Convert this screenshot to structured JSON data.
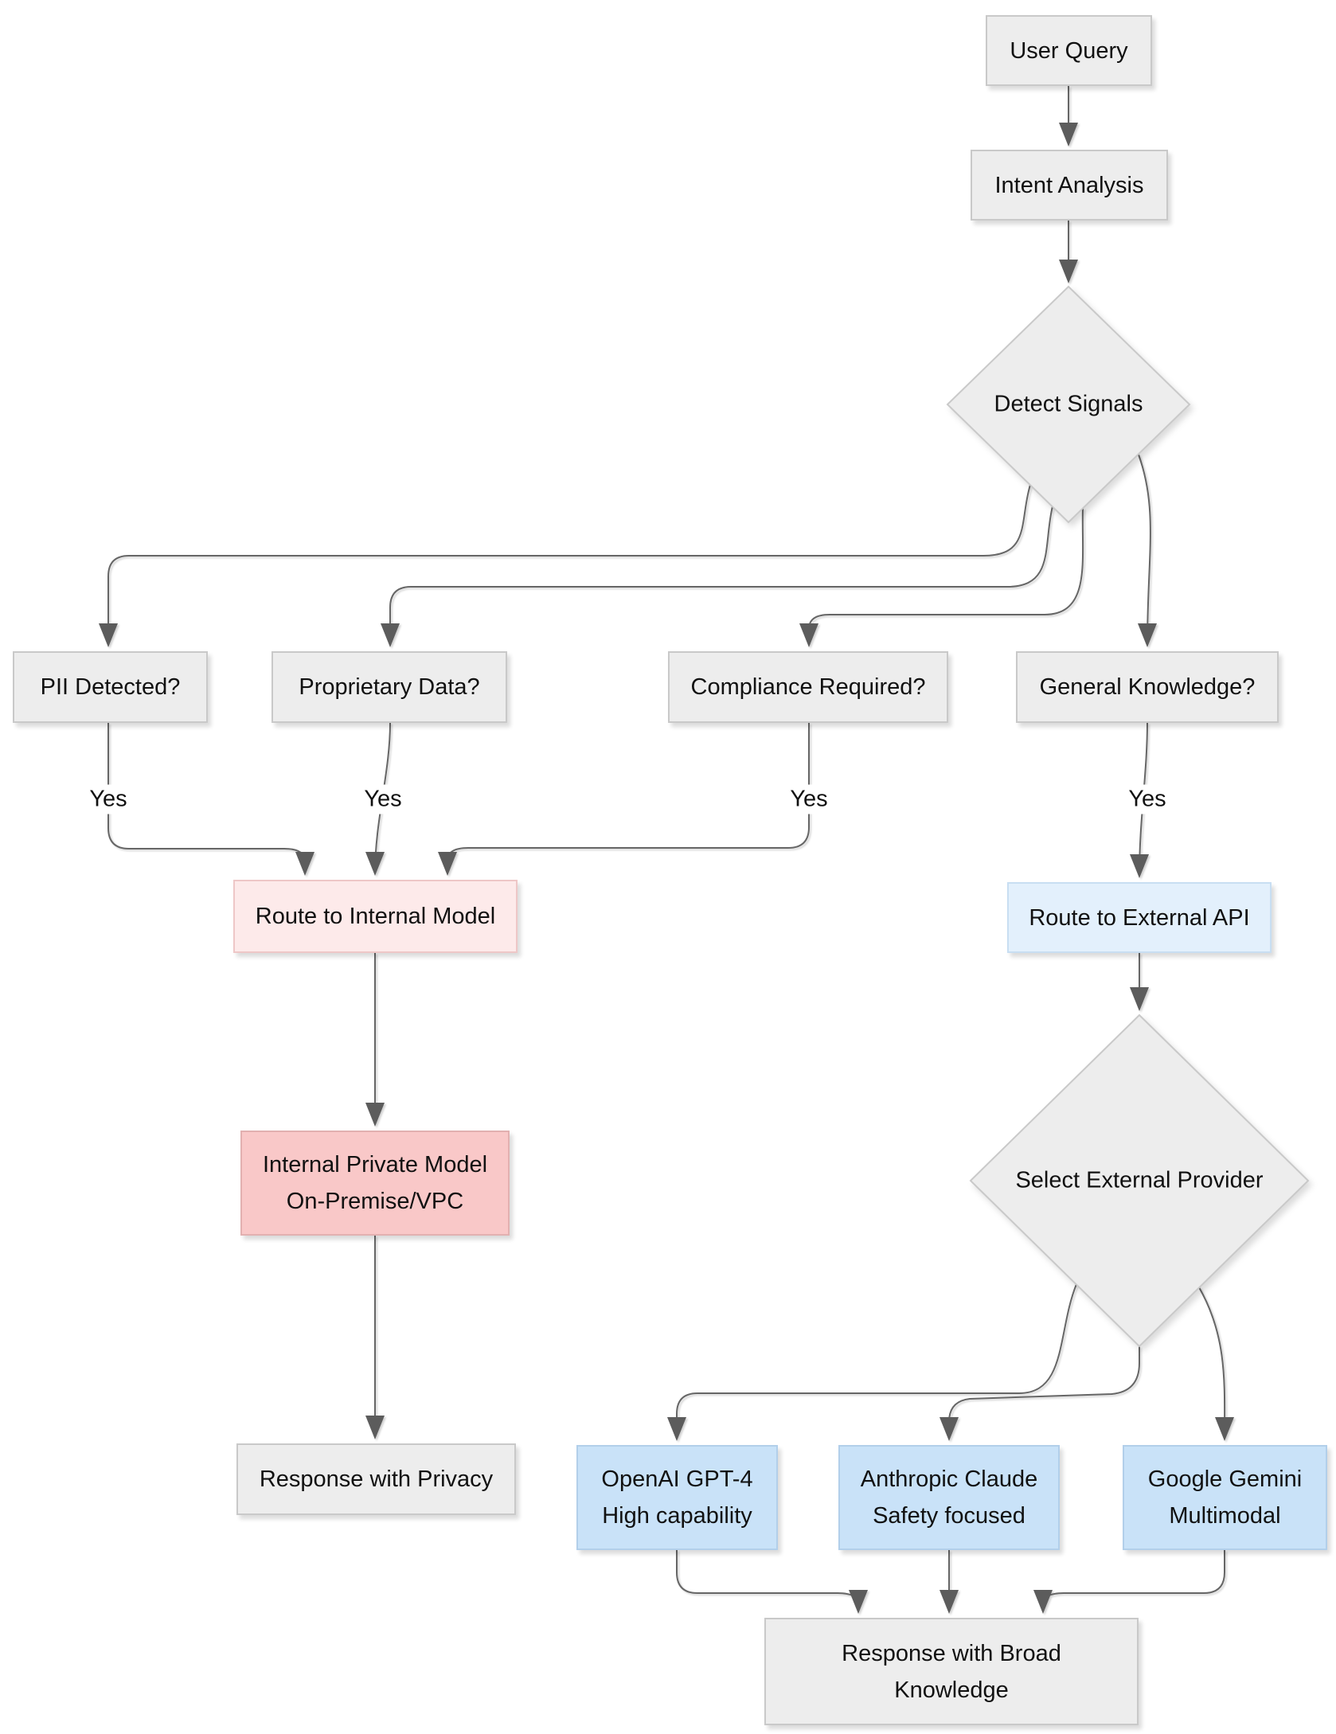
{
  "diagram": {
    "nodes": {
      "user_query": {
        "label": "User Query"
      },
      "intent_analysis": {
        "label": "Intent Analysis"
      },
      "detect_signals": {
        "label": "Detect Signals",
        "shape": "diamond"
      },
      "pii_detected": {
        "label": "PII Detected?"
      },
      "proprietary_data": {
        "label": "Proprietary Data?"
      },
      "compliance_required": {
        "label": "Compliance Required?"
      },
      "general_knowledge": {
        "label": "General Knowledge?"
      },
      "route_internal": {
        "label": "Route to Internal Model"
      },
      "route_external": {
        "label": "Route to External API"
      },
      "internal_model": {
        "lines": [
          "Internal Private Model",
          "On-Premise/VPC"
        ]
      },
      "select_provider": {
        "label": "Select External Provider",
        "shape": "diamond"
      },
      "openai": {
        "lines": [
          "OpenAI GPT-4",
          "High capability"
        ]
      },
      "anthropic": {
        "lines": [
          "Anthropic Claude",
          "Safety focused"
        ]
      },
      "google": {
        "lines": [
          "Google Gemini",
          "Multimodal"
        ]
      },
      "response_privacy": {
        "label": "Response with Privacy"
      },
      "response_broad": {
        "lines": [
          "Response with Broad",
          "Knowledge"
        ]
      }
    },
    "edge_labels": {
      "pii_yes": "Yes",
      "proprietary_yes": "Yes",
      "compliance_yes": "Yes",
      "general_yes": "Yes"
    },
    "colors": {
      "node_fill": "#ededed",
      "node_border": "#c9c9c9",
      "pink_light_fill": "#fdeaea",
      "pink_light_border": "#eec7c7",
      "pink_fill": "#f9c8c8",
      "pink_border": "#e2b0b0",
      "blue_light_fill": "#e3f0fc",
      "blue_light_border": "#c8def2",
      "blue_fill": "#c9e2f8",
      "blue_border": "#b2cfea",
      "edge": "#666666",
      "text": "#111111",
      "background": "#ffffff"
    }
  }
}
